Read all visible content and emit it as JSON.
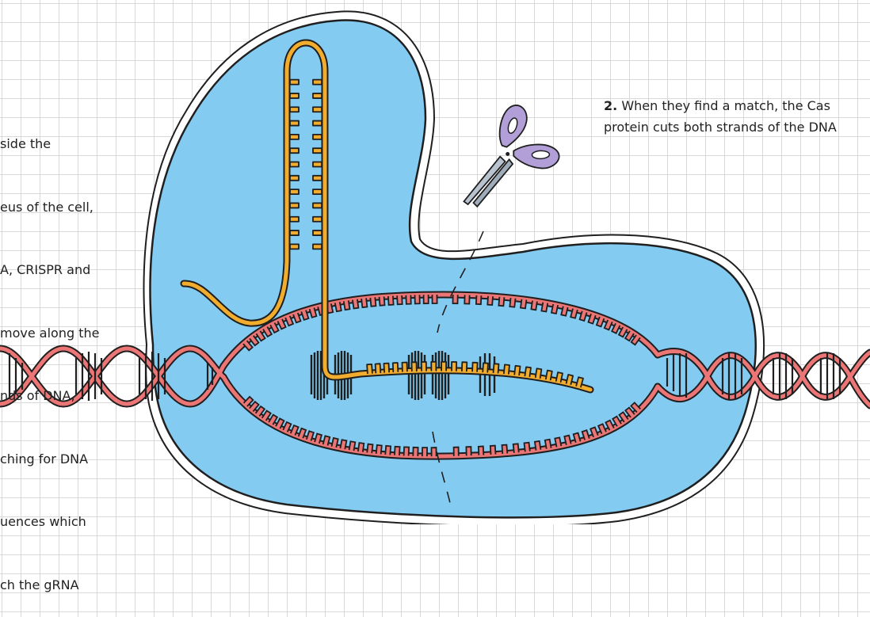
{
  "captions": {
    "left_lines": [
      "side the",
      "eus of the cell,",
      "A, CRISPR and",
      "move along the",
      "nds of DNA,",
      "ching for DNA",
      "uences which",
      "ch the gRNA"
    ],
    "right_number": "2.",
    "right_text": "When they find a match, the Cas protein cuts both strands of the DNA"
  },
  "colors": {
    "protein": "#84cbf2",
    "dna": "#ec7575",
    "grna": "#f2ad2f",
    "scissors_handle": "#b39fd8",
    "scissors_blade": "#b8c3cf",
    "outline": "#1f1f1f",
    "grid": "#d9d9d9"
  },
  "icons": {
    "scissors": "scissors-icon"
  }
}
